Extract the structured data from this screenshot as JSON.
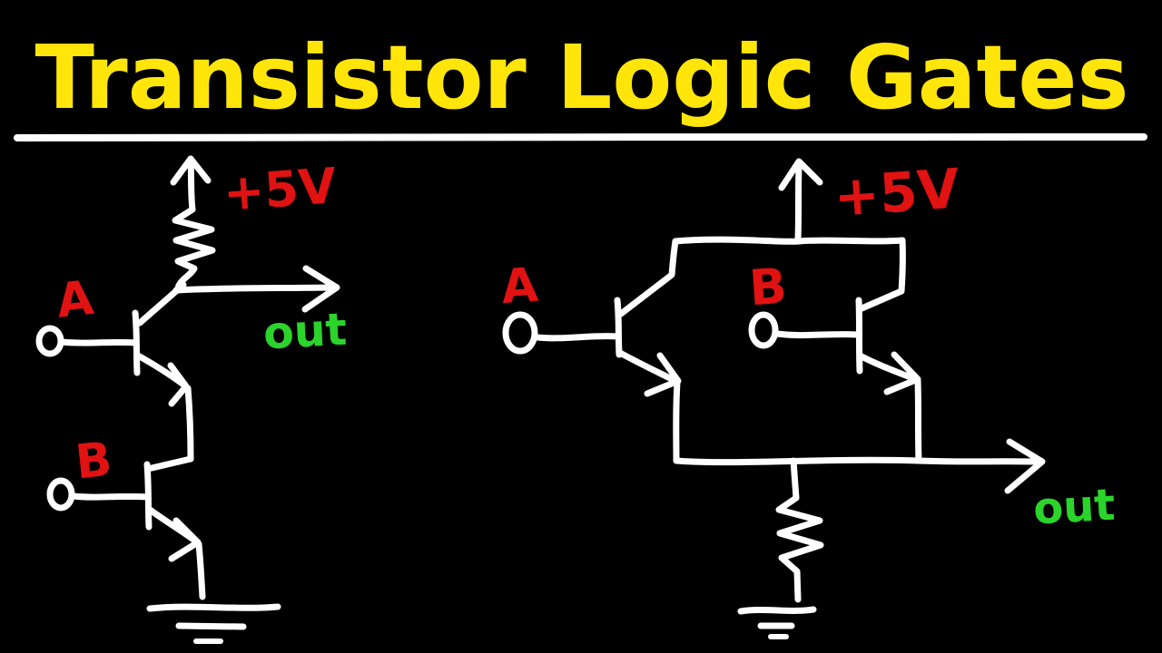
{
  "page": {
    "title_text": "Transistor Logic Gates"
  },
  "colors": {
    "background": "#000000",
    "wire_white": "#ffffff",
    "title_yellow": "#ffe50a",
    "label_red": "#e01212",
    "label_green": "#2bd42b"
  },
  "left_circuit": {
    "supply_label": "+5V",
    "input_a_label": "A",
    "input_b_label": "B",
    "output_label": "out"
  },
  "right_circuit": {
    "supply_label": "+5V",
    "input_a_label": "A",
    "input_b_label": "B",
    "output_label": "out"
  }
}
